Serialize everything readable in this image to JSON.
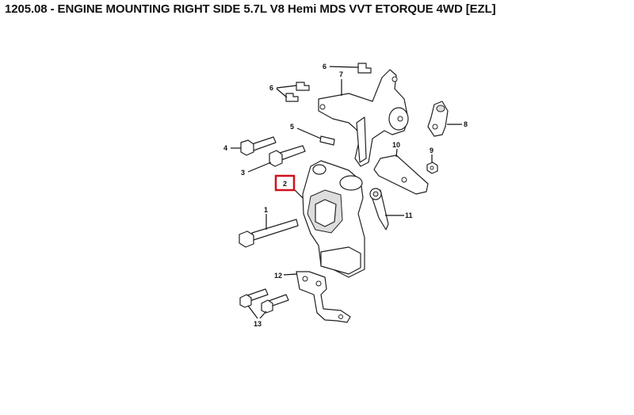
{
  "title": "1205.08 - ENGINE MOUNTING RIGHT SIDE 5.7L V8 Hemi MDS VVT ETORQUE 4WD [EZL]",
  "highlight_color": "#d0101a",
  "callouts": {
    "c1": "1",
    "c2": "2",
    "c3": "3",
    "c4": "4",
    "c5": "5",
    "c6a": "6",
    "c6b": "6",
    "c7": "7",
    "c8": "8",
    "c9": "9",
    "c10": "10",
    "c11": "11",
    "c12": "12",
    "c13": "13"
  }
}
